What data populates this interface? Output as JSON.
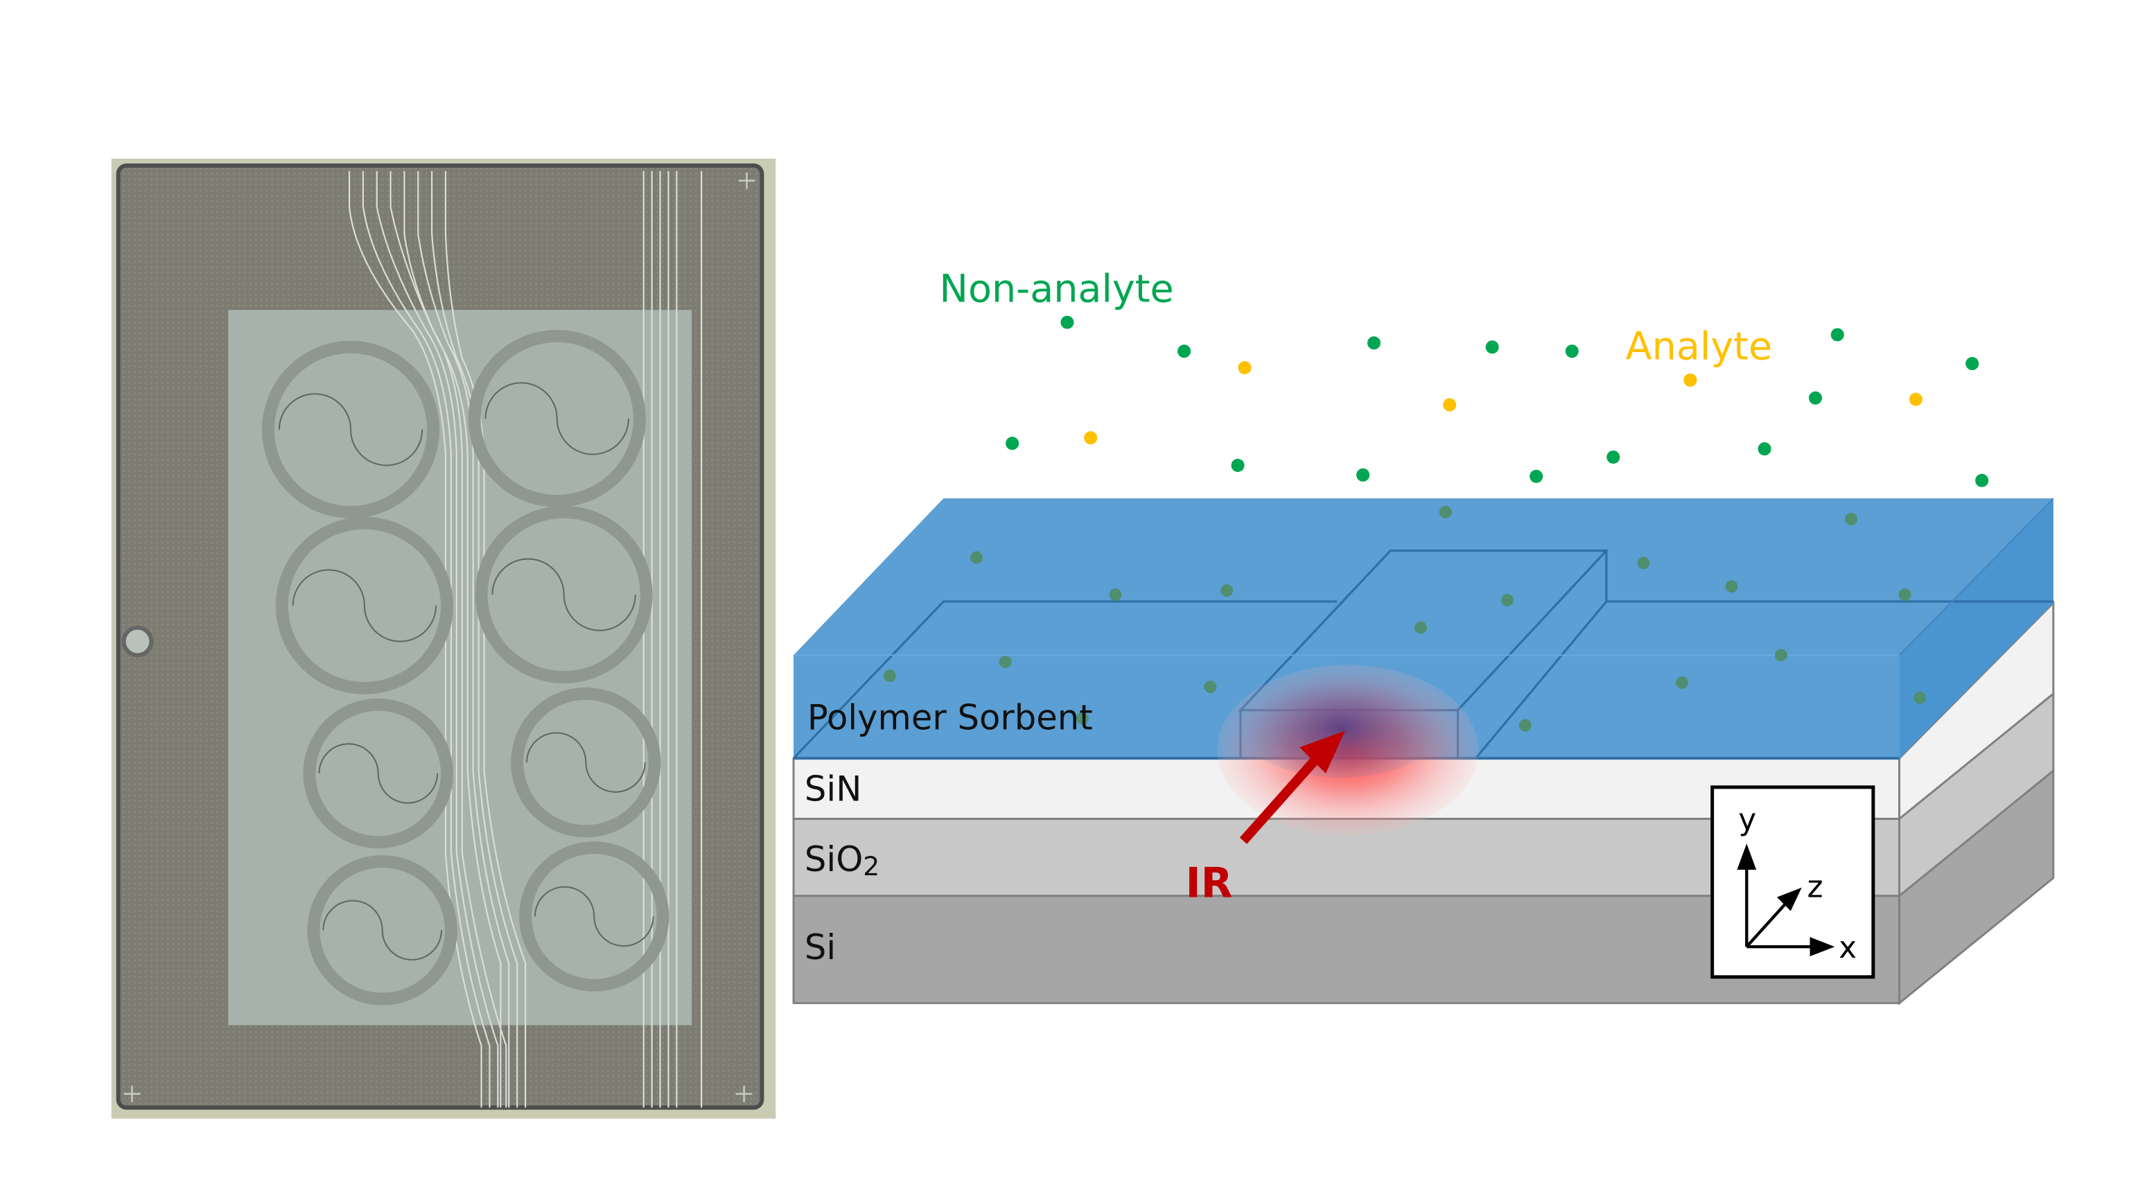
{
  "figure": {
    "left_panel": {
      "description": "Optical micrograph of photonic sensor chip with 8 spiral ring resonators",
      "spiral_count": 8
    },
    "right_panel": {
      "labels": {
        "non_analyte": "Non-analyte",
        "analyte": "Analyte",
        "polymer": "Polymer Sorbent",
        "sin": "SiN",
        "sio2_main": "SiO",
        "sio2_sub": "2",
        "si": "Si",
        "ir": "IR"
      },
      "axes": {
        "y": "y",
        "z": "z",
        "x": "x"
      },
      "colors": {
        "non_analyte": "#00a651",
        "analyte": "#ffc000",
        "polymer": "#5b9fd4",
        "polymer_side": "#4a94d0",
        "sin": "#f2f2f2",
        "sio2": "#c8c8c8",
        "si": "#a6a6a6",
        "ir": "#c00000"
      }
    }
  }
}
